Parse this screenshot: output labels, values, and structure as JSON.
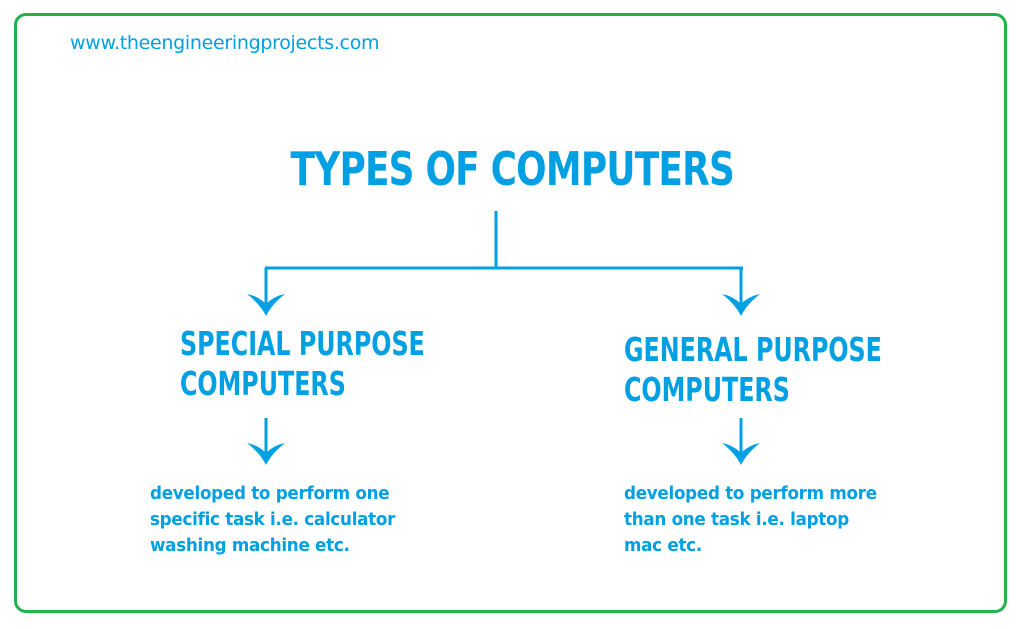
{
  "site_url": "www.theengineeringprojects.com",
  "title": "TYPES OF COMPUTERS",
  "colors": {
    "accent": "#00a0e3",
    "frame": "#22b14c",
    "background": "#ffffff"
  },
  "branches": [
    {
      "heading_lines": [
        "SPECIAL PURPOSE",
        "COMPUTERS"
      ],
      "description_lines": [
        "developed to perform one",
        "specific task i.e. calculator",
        "washing machine etc."
      ]
    },
    {
      "heading_lines": [
        "GENERAL PURPOSE",
        "COMPUTERS"
      ],
      "description_lines": [
        "developed to perform more",
        "than one task i.e. laptop",
        "mac etc."
      ]
    }
  ]
}
